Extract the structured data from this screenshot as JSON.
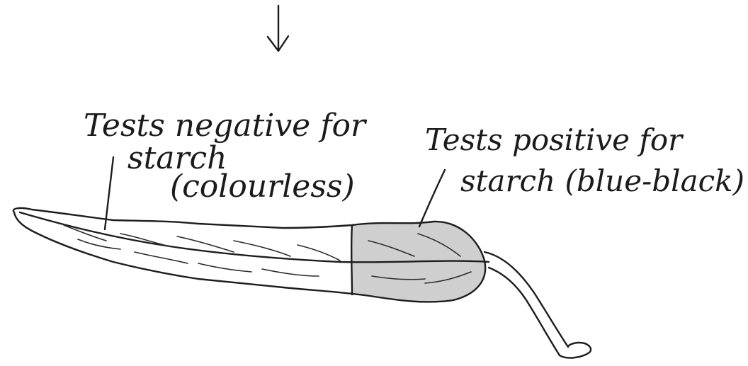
{
  "labels": {
    "negative": {
      "line1": "Tests negative for",
      "line2": "starch",
      "line3": "(colourless)"
    },
    "positive": {
      "line1": "Tests positive for",
      "line2": "starch (blue-black)"
    }
  },
  "icons": {
    "arrow": "down-arrow-icon"
  },
  "colors": {
    "ink": "#1d1d1d",
    "stained_region": "#cfcfcf",
    "background": "#ffffff"
  }
}
